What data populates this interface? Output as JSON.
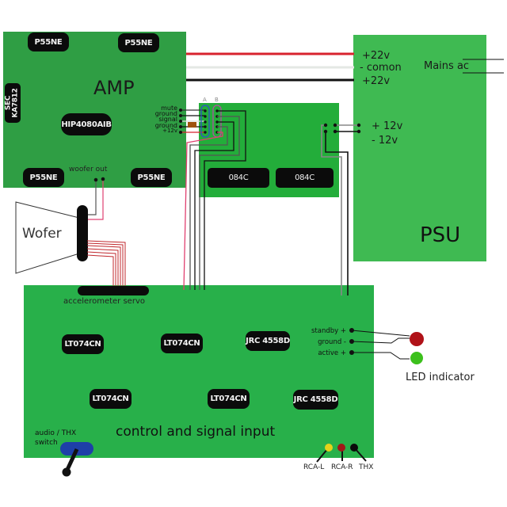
{
  "amp": {
    "title": "AMP",
    "chips": [
      "P55NE",
      "P55NE",
      "P55NE",
      "P55NE"
    ],
    "driver": "HIP4080AIB",
    "regulator_line1": "SEC",
    "regulator_line2": "KA7812",
    "woofer_out": "woofer out",
    "pins": [
      "mute",
      "ground",
      "signal",
      "ground",
      "+12v"
    ]
  },
  "connector": {
    "col_a": "A",
    "col_b": "B",
    "chips": [
      "084C",
      "084C"
    ]
  },
  "psu": {
    "title": "PSU",
    "outputs": [
      "+22v",
      "- comon",
      "+22v"
    ],
    "mains": "Mains ac",
    "low_outputs": [
      "+ 12v",
      "- 12v"
    ]
  },
  "woofer": {
    "label": "Wofer"
  },
  "control": {
    "title": "control and signal input",
    "servo": "accelerometer servo",
    "chips_row1": [
      "LT074CN",
      "LT074CN",
      "JRC 4558D"
    ],
    "chips_row2": [
      "LT074CN",
      "LT074CN",
      "JRC 4558D"
    ],
    "led_pins": [
      "standby +",
      "ground -",
      "active +"
    ],
    "switch_line1": "audio / THX",
    "switch_line2": "switch",
    "jacks": [
      "RCA-L",
      "RCA-R",
      "THX"
    ]
  },
  "led": {
    "label": "LED indicator",
    "colors": {
      "standby": "#b01218",
      "active": "#3cc01c"
    }
  },
  "colors": {
    "amp_board": "#2f9e44",
    "connector_board": "#23ad3a",
    "psu_board": "#3fba52",
    "control_board": "#28b04a"
  }
}
